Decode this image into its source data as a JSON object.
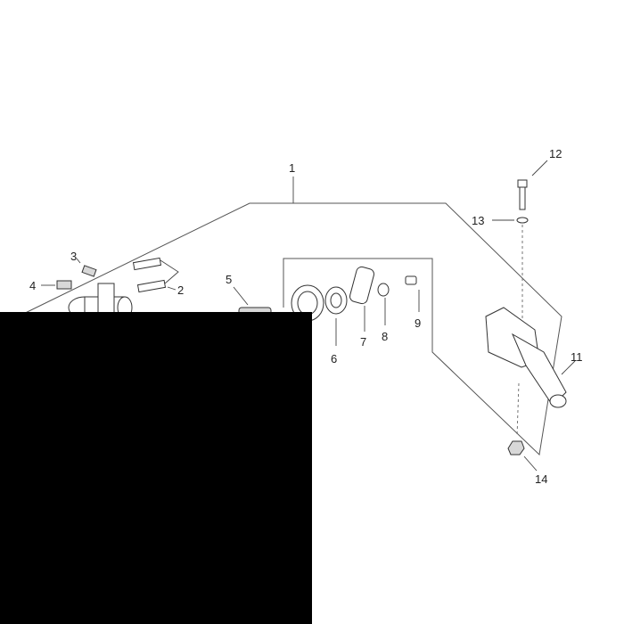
{
  "diagram": {
    "callouts": {
      "c1": "1",
      "c2": "2",
      "c3": "3",
      "c4": "4",
      "c5": "5",
      "c6": "6",
      "c7": "7",
      "c8": "8",
      "c9": "9",
      "c11": "11",
      "c12": "12",
      "c13": "13",
      "c14": "14"
    },
    "colors": {
      "line": "#333333",
      "redaction": "#000000",
      "background": "#ffffff"
    }
  }
}
